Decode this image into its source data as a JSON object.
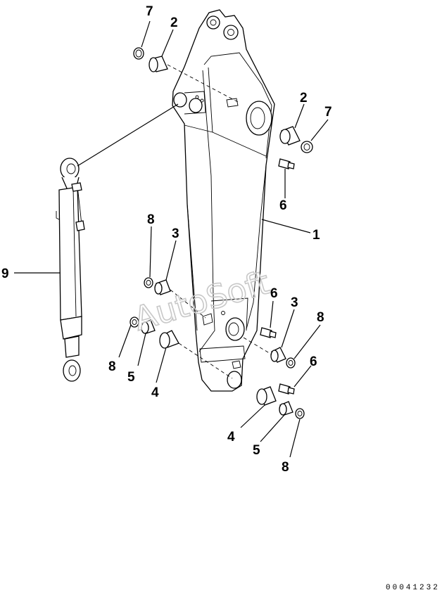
{
  "callouts": {
    "c7_top": "7",
    "c2_top": "2",
    "c2_right": "2",
    "c7_right": "7",
    "c6_upper": "6",
    "c1": "1",
    "c9": "9",
    "c8_left_upper": "8",
    "c3_left": "3",
    "c6_mid": "6",
    "c3_right": "3",
    "c8_right": "8",
    "c8_left_lower": "8",
    "c5_left": "5",
    "c4_left": "4",
    "c6_lower": "6",
    "c4_lower": "4",
    "c5_lower": "5",
    "c8_lower": "8"
  },
  "watermark": "AutoSoft",
  "document_number": "00041232"
}
